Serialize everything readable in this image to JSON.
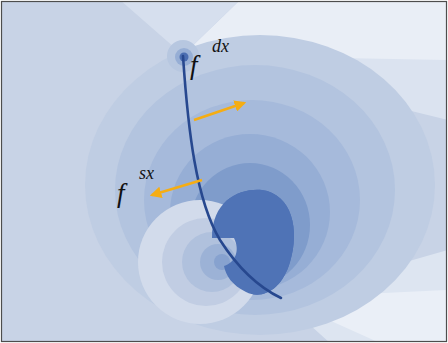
{
  "diagram": {
    "labels": [
      "f",
      "dx",
      "f",
      "sx"
    ]
  }
}
